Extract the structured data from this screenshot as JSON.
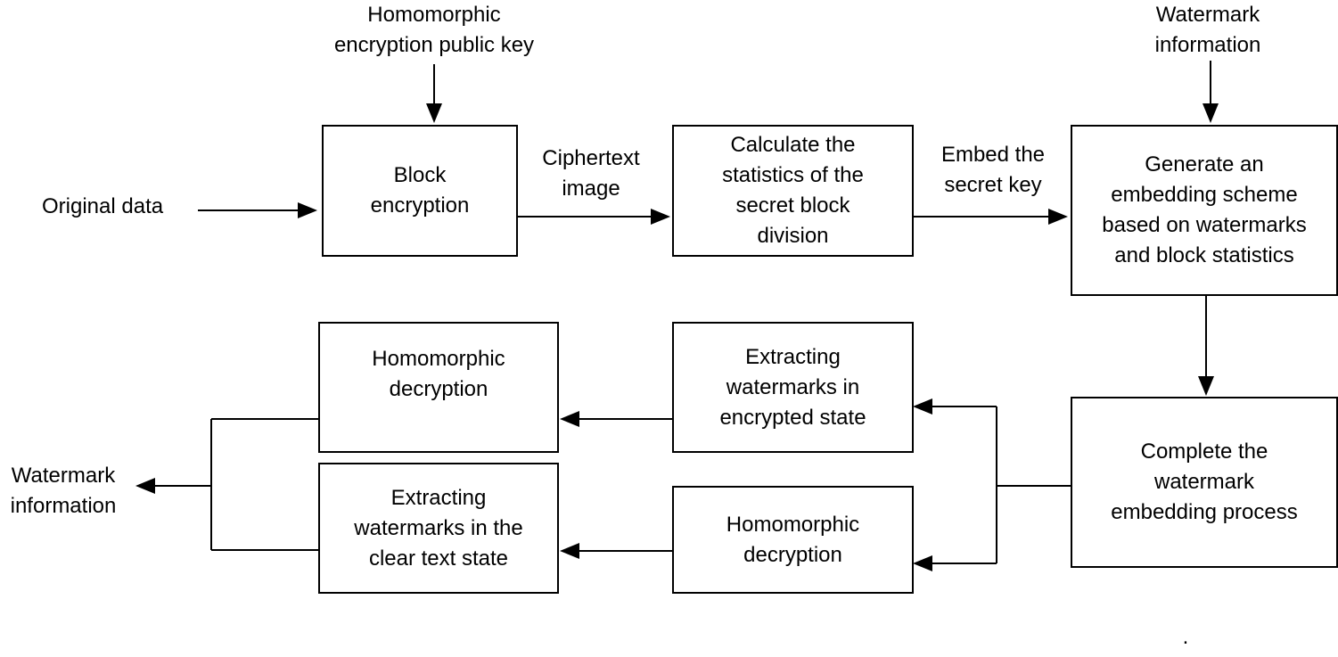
{
  "nodes": {
    "block_encryption": [
      "Block",
      "encryption"
    ],
    "calc_stats": [
      "Calculate the",
      "statistics of the",
      "secret block",
      "division"
    ],
    "gen_scheme": [
      "Generate an",
      "embedding scheme",
      "based on watermarks",
      "and block statistics"
    ],
    "complete_embed": [
      "Complete the",
      "watermark",
      "embedding process"
    ],
    "extract_encrypted": [
      "Extracting",
      "watermarks in",
      "encrypted state"
    ],
    "homo_decrypt_lower": [
      "Homomorphic",
      "decryption"
    ],
    "homo_decrypt_upper": [
      "Homomorphic",
      "decryption"
    ],
    "extract_clear": [
      "Extracting",
      "watermarks in the",
      "clear text state"
    ]
  },
  "labels": {
    "he_public_key": [
      "Homomorphic",
      "encryption public key"
    ],
    "watermark_info_top": [
      "Watermark",
      "information"
    ],
    "original_data": [
      "Original data"
    ],
    "ciphertext_image": [
      "Ciphertext",
      "image"
    ],
    "embed_secret_key": [
      "Embed the",
      "secret key"
    ],
    "watermark_info_out": [
      "Watermark",
      "information"
    ]
  },
  "footnote": "."
}
